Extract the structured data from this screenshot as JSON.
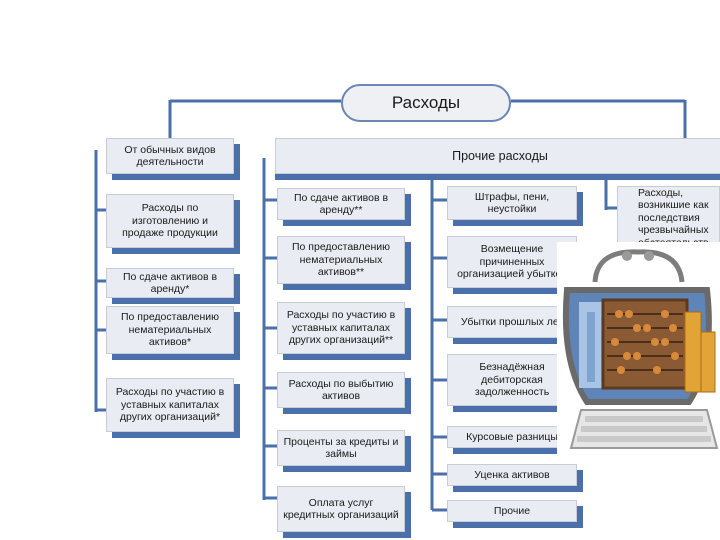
{
  "diagram": {
    "root": "Расходы",
    "ordinary": {
      "title": "От обычных видов деятельности",
      "items": [
        "Расходы по изготовлению и продаже продукции",
        "По сдаче активов в аренду*",
        "По предоставлению нематериальных активов*",
        "Расходы по участию в уставных капиталах других организаций*"
      ]
    },
    "other": {
      "title": "Прочие расходы",
      "col1": [
        "По сдаче активов в аренду**",
        "По предоставлению нематериальных активов**",
        "Расходы по участию в уставных капиталах других организаций**",
        "Расходы по выбытию активов",
        "Проценты за кредиты и займы",
        "Оплата услуг кредитных организаций"
      ],
      "col2": [
        "Штрафы, пени, неустойки",
        "Возмещение причиненных организацией убытков",
        "Убытки прошлых лет",
        "Безнадёжная дебиторская задолженность",
        "Курсовые разницы",
        "Уценка активов",
        "Прочие"
      ],
      "col3": [
        "Расходы, возникшие как последствия чрезвычайных обстоятельств"
      ]
    }
  },
  "illustration": {
    "icon": "money-bag-abacus-keyboard-illustration"
  },
  "colors": {
    "line": "#4a6fa9",
    "box_fill": "#e9ecf2",
    "shadow": "#4a6fa9"
  }
}
